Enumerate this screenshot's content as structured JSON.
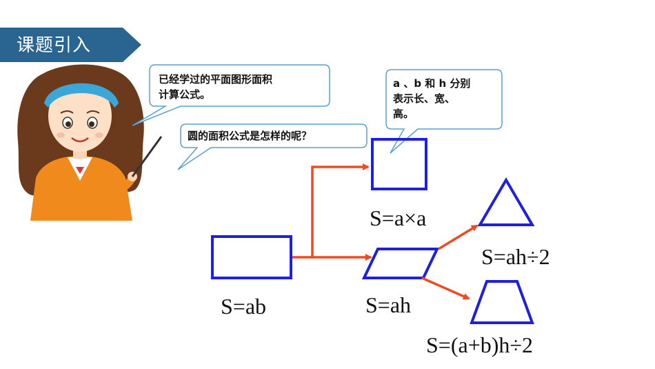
{
  "header": {
    "title": "课题引入"
  },
  "bubbles": {
    "intro_line1": "已经学过的平面图形面积",
    "intro_line2": "计算公式。",
    "question": "圆的面积公式是怎样的呢？",
    "note_line1": "a 、b 和 h 分别",
    "note_line2": "表示长、宽、",
    "note_line3": "高。"
  },
  "formulas": {
    "rectangle": "S=ab",
    "square": "S=a×a",
    "parallelogram": "S=ah",
    "triangle": "S=ah÷2",
    "trapezoid": "S=(a+b)h÷2"
  },
  "colors": {
    "banner": "#2a6592",
    "bubble_border": "#5a9fd0",
    "shape_stroke": "#1f1fe0",
    "arrow": "#ef4a22",
    "text": "#111111"
  },
  "icons": {
    "teacher": "teacher-illustration"
  }
}
